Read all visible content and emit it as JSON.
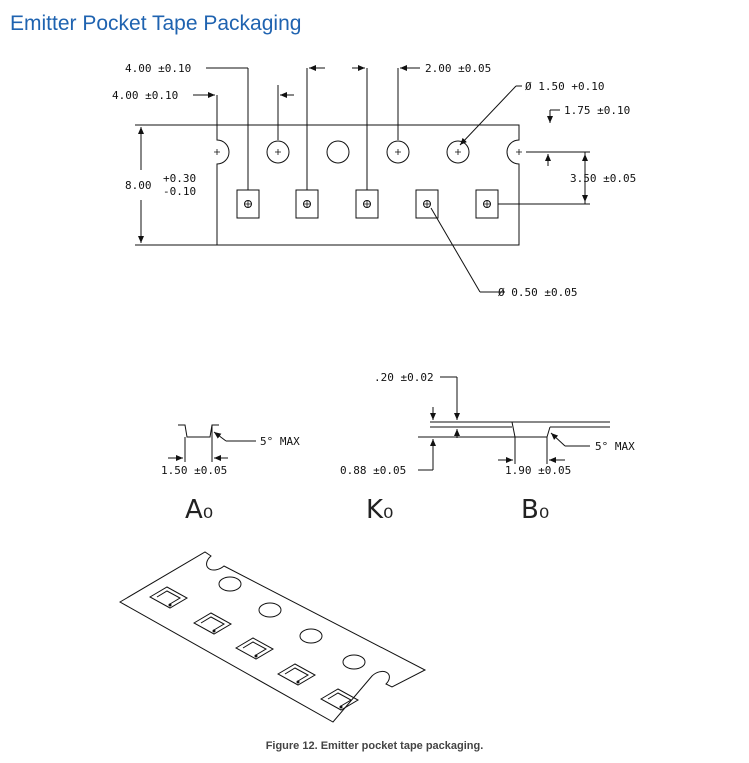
{
  "title": "Emitter Pocket Tape Packaging",
  "caption": "Figure 12.  Emitter pocket tape packaging.",
  "dimensions": {
    "pitch_sprocket": "4.00 ±0.10",
    "pitch_pocket": "4.00 ±0.10",
    "hole_spacing": "2.00 ±0.05",
    "sprocket_dia": "Ø 1.50 +0.10",
    "edge_to_hole": "1.75 ±0.10",
    "hole_to_pocket": "3.50 ±0.05",
    "tape_width": "8.00",
    "tape_tol_plus": "+0.30",
    "tape_tol_minus": "-0.10",
    "pocket_hole_dia": "Ø 0.50 ±0.05"
  },
  "sections": {
    "a0": {
      "label": "A₀",
      "width": "1.50 ±0.05",
      "angle": "5°  MAX"
    },
    "k0": {
      "label": "K₀",
      "thickness": ".20 ±0.02",
      "depth": "0.88 ±0.05"
    },
    "b0": {
      "label": "B₀",
      "width": "1.90 ±0.05",
      "angle": "5°  MAX"
    }
  }
}
